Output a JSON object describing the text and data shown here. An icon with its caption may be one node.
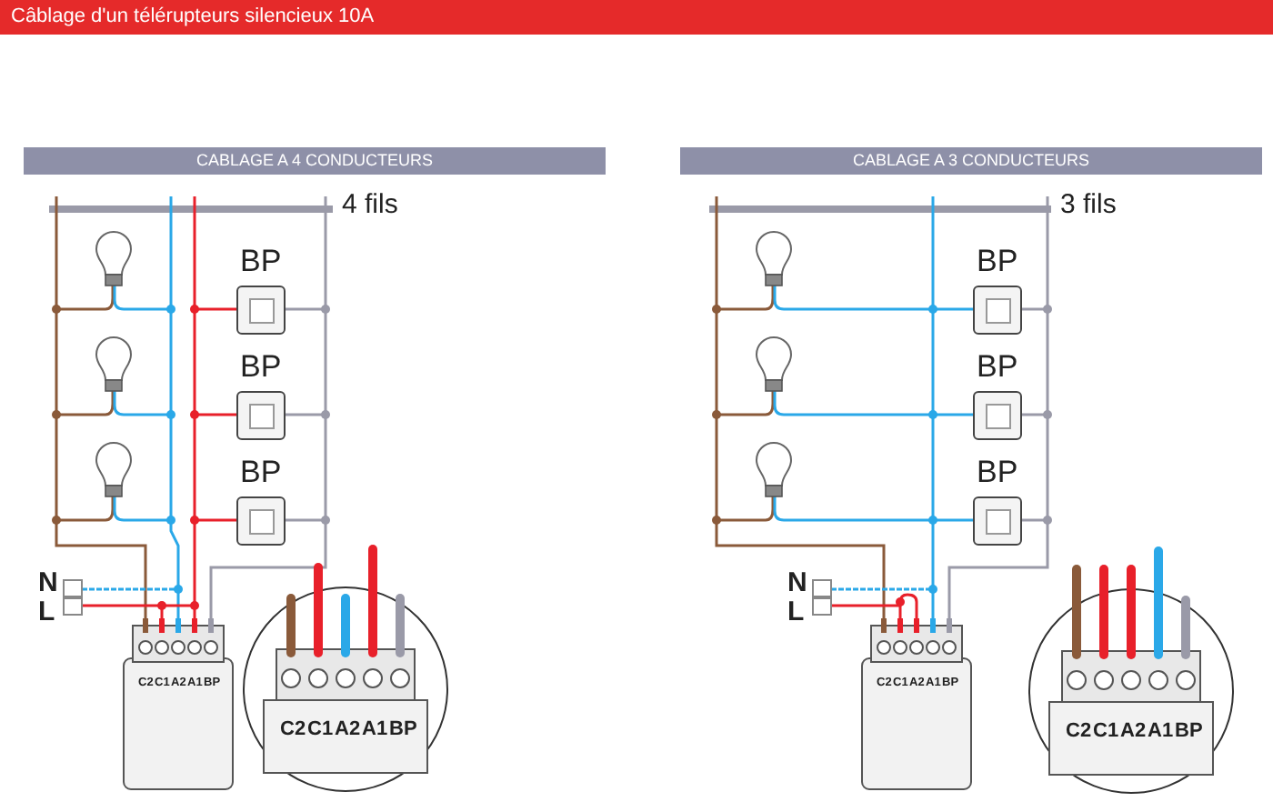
{
  "diagram": {
    "title": "Câblage d'un télérupteurs silencieux 10A",
    "nodes": [
      {
        "text": [
          "CABLAGE A 4 CONDUCTEURS"
        ]
      },
      {
        "text": [
          "BP"
        ]
      },
      {
        "text": [
          "BP"
        ]
      },
      {
        "text": [
          "BP"
        ]
      },
      {
        "text": [
          "CABLAGE A 3 CONDUCTEURS"
        ]
      },
      {
        "text": [
          "BP"
        ]
      },
      {
        "text": [
          "BP"
        ]
      },
      {
        "text": [
          "BP"
        ]
      }
    ],
    "labels": [
      "4 fils",
      "N",
      "L",
      "C2",
      "C1",
      "A2",
      "A1",
      "BP",
      "C2",
      "C1",
      "A2",
      "A1",
      "BP",
      "3 fils",
      "N",
      "L",
      "C2",
      "C1",
      "A2",
      "A1",
      "BP",
      "C2",
      "C1",
      "A2",
      "A1",
      "BP"
    ]
  }
}
